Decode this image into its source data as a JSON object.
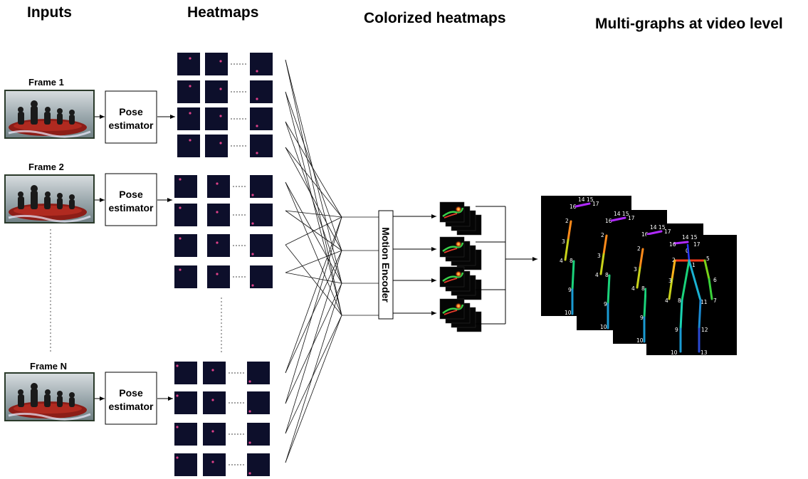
{
  "headings": {
    "inputs": "Inputs",
    "heatmaps": "Heatmaps",
    "colorized": "Colorized heatmaps",
    "multigraph": "Multi-graphs at video level"
  },
  "frames": [
    {
      "label": "Frame 1"
    },
    {
      "label": "Frame 2"
    },
    {
      "label": "Frame N"
    }
  ],
  "pose_estimator": {
    "line1": "Pose",
    "line2": "estimator"
  },
  "motion_encoder": {
    "label": "Motion Encoder"
  },
  "skeleton_labels": {
    "head": [
      "14",
      "15",
      "16",
      "17"
    ],
    "neck": "0",
    "shoulders": [
      "2",
      "1",
      "5"
    ],
    "left_arm": [
      "3",
      "4"
    ],
    "right_arm": [
      "6",
      "7"
    ],
    "hips": [
      "8",
      "11"
    ],
    "knees": [
      "9",
      "12"
    ],
    "ankles": [
      "10",
      "13"
    ]
  },
  "colors": {
    "heatmap_bg": "#0d0f2b",
    "heatmap_dot": "#e0408a",
    "graph_bg": "#000000",
    "line": "#111111"
  }
}
